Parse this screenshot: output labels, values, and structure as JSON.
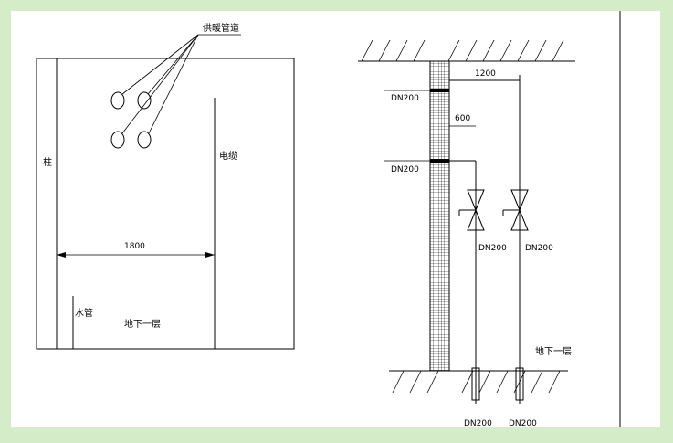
{
  "left_view": {
    "heating_pipes_label": "供暖管道",
    "column_label": "柱",
    "cable_label": "电缆",
    "width_dim": "1800",
    "water_pipe_label": "水管",
    "floor_label": "地下一层"
  },
  "right_view": {
    "top_pipe_label": "DN200",
    "second_pipe_label": "DN200",
    "spacing_outer": "1200",
    "spacing_inner": "600",
    "valve1_label": "DN200",
    "valve2_label": "DN200",
    "floor_label": "地下一层",
    "bottom1_label": "DN200",
    "bottom2_label": "DN200"
  }
}
